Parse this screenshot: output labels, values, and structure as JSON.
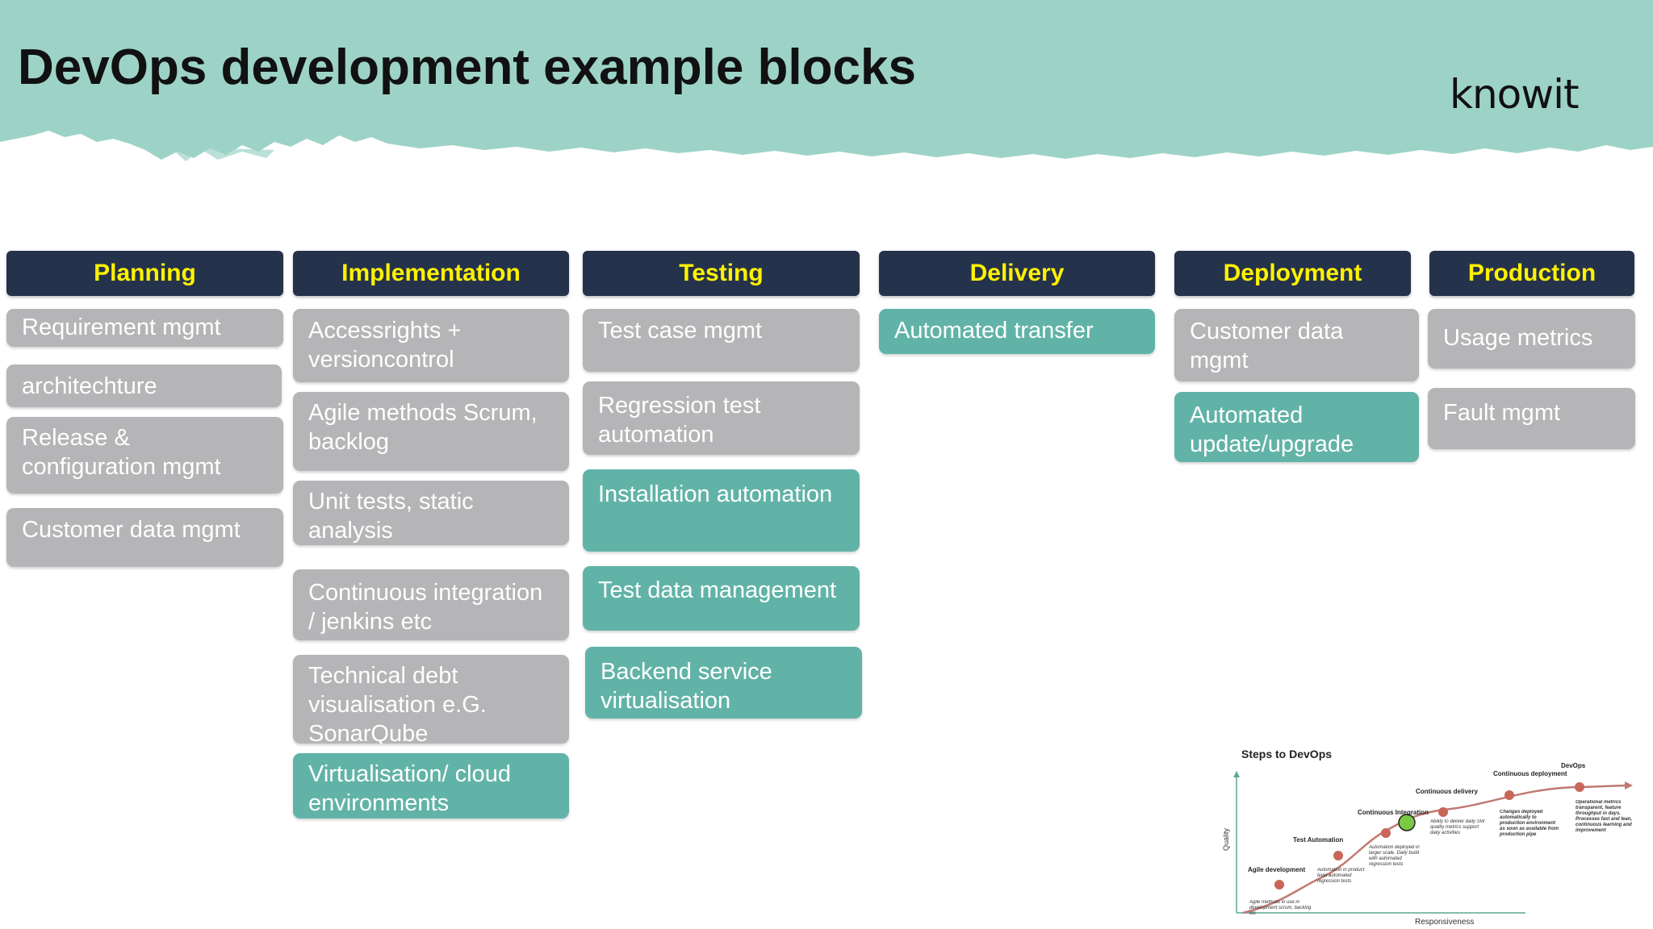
{
  "slide": {
    "title": "DevOps development example blocks",
    "logo": "knowit"
  },
  "colors": {
    "header_bg": "#25324b",
    "header_text": "#fff200",
    "gray_block": "#b5b4b6",
    "teal_block": "#62b3a7",
    "banner": "#9dd3c6"
  },
  "columns": [
    {
      "header": "Planning",
      "blocks": [
        {
          "label": "Requirement mgmt",
          "style": "gray"
        },
        {
          "label": "architechture",
          "style": "gray"
        },
        {
          "label": "Release & configuration mgmt",
          "style": "gray"
        },
        {
          "label": "Customer data mgmt",
          "style": "gray"
        }
      ]
    },
    {
      "header": "Implementation",
      "blocks": [
        {
          "label": "Accessrights + versioncontrol",
          "style": "gray"
        },
        {
          "label": "Agile methods Scrum, backlog",
          "style": "gray"
        },
        {
          "label": "Unit tests, static analysis",
          "style": "gray"
        },
        {
          "label": "Continuous integration / jenkins etc",
          "style": "gray"
        },
        {
          "label": "Technical debt visualisation e.G. SonarQube",
          "style": "gray"
        },
        {
          "label": "Virtualisation/ cloud environments",
          "style": "teal"
        }
      ]
    },
    {
      "header": "Testing",
      "blocks": [
        {
          "label": "Test case mgmt",
          "style": "gray"
        },
        {
          "label": "Regression test automation",
          "style": "gray"
        },
        {
          "label": "Installation automation",
          "style": "teal"
        },
        {
          "label": "Test data management",
          "style": "teal"
        },
        {
          "label": "Backend service virtualisation",
          "style": "teal"
        }
      ]
    },
    {
      "header": "Delivery",
      "blocks": [
        {
          "label": "Automated transfer",
          "style": "teal"
        }
      ]
    },
    {
      "header": "Deployment",
      "blocks": [
        {
          "label": "Customer data mgmt",
          "style": "gray"
        },
        {
          "label": "Automated update/upgrade",
          "style": "teal"
        }
      ]
    },
    {
      "header": "Production",
      "blocks": [
        {
          "label": "Usage metrics",
          "style": "gray"
        },
        {
          "label": "Fault mgmt",
          "style": "gray"
        }
      ]
    }
  ],
  "steps_diagram": {
    "title": "Steps to DevOps",
    "y_axis_label": "Quality",
    "x_axis_label": "Responsiveness",
    "stages": [
      {
        "name": "Agile development",
        "note": "Agile methods in use in development scrum, backlog etc"
      },
      {
        "name": "Test Automation",
        "note": "Automation in product level automated regression tests"
      },
      {
        "name": "Continuous Integration",
        "note": "Automation deployed in larger scale. Daily build with automated regression tests"
      },
      {
        "name": "Continuous delivery",
        "note": "Ability to deliver daily SW quality metrics support daily activities"
      },
      {
        "name": "Continuous deployment",
        "note": "Changes deployed automatically to production environment as soon as available from production pipe"
      },
      {
        "name": "DevOps",
        "note": "Operational metrics transparent, feature throughput in days. Processes fast and lean, continuous learning and improvement"
      }
    ]
  }
}
